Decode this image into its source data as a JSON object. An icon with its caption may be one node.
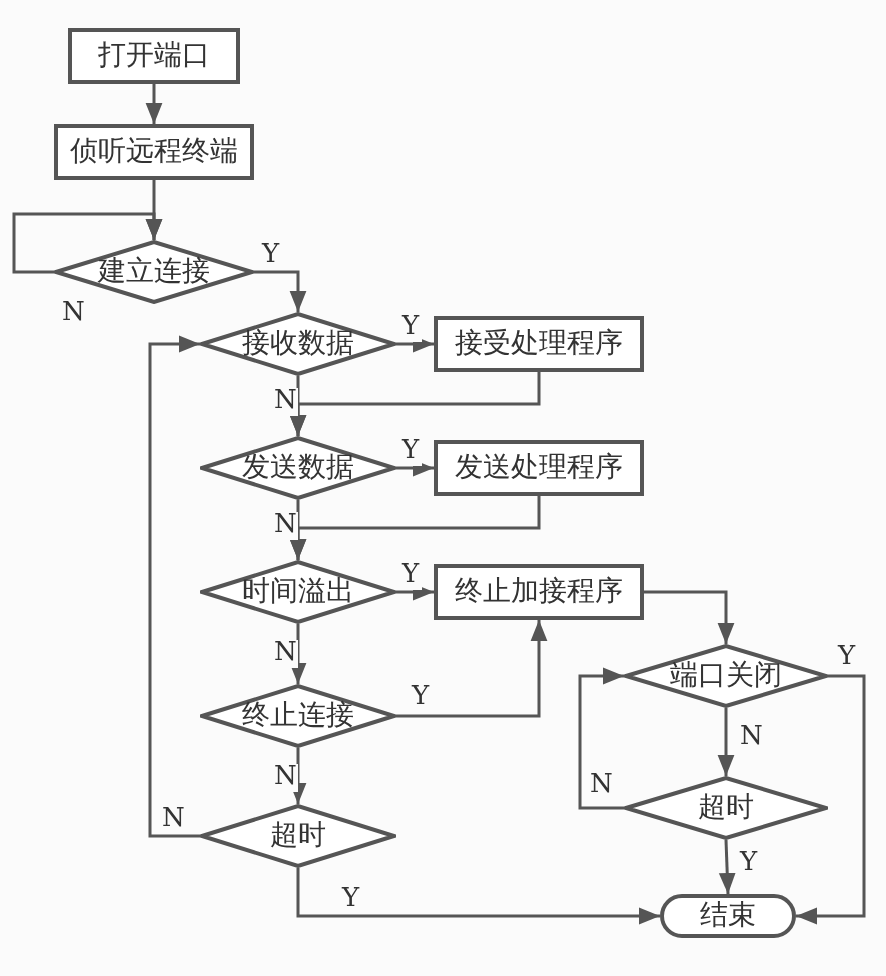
{
  "diagram": {
    "nodes": [
      {
        "text": [
          "打开端口"
        ]
      },
      {
        "text": [
          "侦听远程终端"
        ]
      },
      {
        "text": [
          "建立连接"
        ]
      },
      {
        "text": [
          "接收数据"
        ]
      },
      {
        "text": [
          "接受处理程序"
        ]
      },
      {
        "text": [
          "发送数据"
        ]
      },
      {
        "text": [
          "发送处理程序"
        ]
      },
      {
        "text": [
          "时间溢出"
        ]
      },
      {
        "text": [
          "终止加接程序"
        ]
      },
      {
        "text": [
          "终止连接"
        ]
      },
      {
        "text": [
          "超时"
        ]
      },
      {
        "text": [
          "端口关闭"
        ]
      },
      {
        "text": [
          "超时"
        ]
      },
      {
        "text": [
          "结束"
        ]
      }
    ],
    "edges": [
      {
        "from": 0,
        "to": 1,
        "arrow": "to"
      },
      {
        "from": 1,
        "to": 2,
        "arrow": "to"
      },
      {
        "from": 2,
        "to": 2,
        "arrow": "to",
        "label": "N"
      },
      {
        "from": 2,
        "to": 3,
        "arrow": "to",
        "label": "Y"
      },
      {
        "from": 3,
        "to": 4,
        "arrow": "to",
        "label": "Y"
      },
      {
        "from": 4,
        "to": 5,
        "arrow": "to"
      },
      {
        "from": 3,
        "to": 5,
        "arrow": "to",
        "label": "N"
      },
      {
        "from": 5,
        "to": 6,
        "arrow": "to",
        "label": "Y"
      },
      {
        "from": 6,
        "to": 7,
        "arrow": "to"
      },
      {
        "from": 5,
        "to": 7,
        "arrow": "to",
        "label": "N"
      },
      {
        "from": 7,
        "to": 8,
        "arrow": "to",
        "label": "Y"
      },
      {
        "from": 7,
        "to": 9,
        "arrow": "to",
        "label": "N"
      },
      {
        "from": 9,
        "to": 8,
        "arrow": "to",
        "label": "Y"
      },
      {
        "from": 9,
        "to": 10,
        "arrow": "to",
        "label": "N"
      },
      {
        "from": 10,
        "to": 3,
        "arrow": "to",
        "label": "N"
      },
      {
        "from": 10,
        "to": 13,
        "arrow": "to",
        "label": "Y"
      },
      {
        "from": 8,
        "to": 11,
        "arrow": "to"
      },
      {
        "from": 11,
        "to": 12,
        "arrow": "to",
        "label": "N"
      },
      {
        "from": 12,
        "to": 11,
        "arrow": "to",
        "label": "N"
      },
      {
        "from": 12,
        "to": 13,
        "arrow": "to",
        "label": "Y"
      },
      {
        "from": 11,
        "to": 13,
        "arrow": "to",
        "label": "Y"
      }
    ]
  }
}
